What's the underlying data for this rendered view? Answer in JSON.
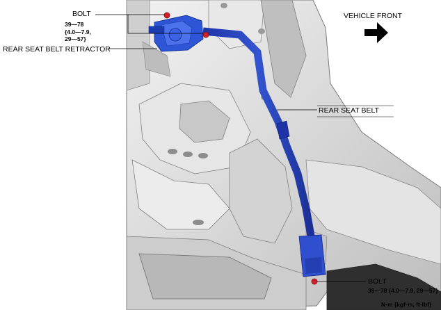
{
  "labels": {
    "bolt_top": "BOLT",
    "bolt_top_torque": [
      "39—78",
      "{4.0—7.9,",
      "29—57}"
    ],
    "retractor": "REAR SEAT BELT RETRACTOR",
    "vehicle_front": "VEHICLE FRONT",
    "seat_belt": "REAR SEAT BELT",
    "bolt_bottom": "BOLT",
    "bolt_bottom_torque": "39—78 {4.0—7.9, 29—57}",
    "units": "N·m {kgf·m, ft·lbf}"
  },
  "icons": {
    "direction": "vehicle-front-arrow-icon"
  },
  "colors": {
    "belt": "#2a45c0",
    "retractor": "#2e55d6",
    "bolt": "#d41e2a",
    "body_panel": "#dcdcdc"
  }
}
